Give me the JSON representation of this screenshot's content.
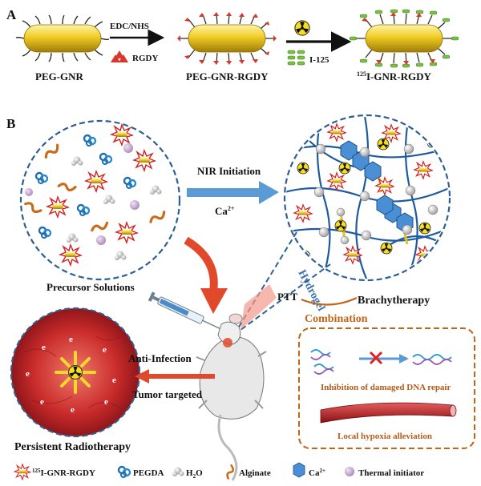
{
  "panelA": {
    "label": "A",
    "step1": "PEG-GNR",
    "arrow1_top": "EDC/NHS",
    "arrow1_bottom": "RGDY",
    "step2": "PEG-GNR-RGDY",
    "arrow2_bottom": "I-125",
    "step3_sup": "125",
    "step3": "I-GNR-RGDY"
  },
  "panelB": {
    "label": "B",
    "precursor": "Precursor Solutions",
    "nir": "NIR Initiation",
    "ca": "Ca",
    "ca_sup": "2+",
    "hydrogel": "Hydrogel",
    "ptt": "PTT",
    "brachy": "Brachytherapy",
    "combination": "Combination",
    "anti_infection": "Anti-Infection",
    "tumor_targeted": "Tumor targeted",
    "persistent": "Persistent Radiotherapy",
    "dna_repair": "Inhibition of damaged DNA repair",
    "hypoxia": "Local hypoxia alleviation",
    "electron": "e"
  },
  "legend": {
    "gnr_sup": "125",
    "gnr": "I-GNR-RGDY",
    "pegda": "PEGDA",
    "h2o": "H",
    "h2o_sub": "2",
    "h2o_end": "O",
    "alginate": "Alginate",
    "ca": "Ca",
    "ca_sup": "2+",
    "initiator": "Thermal initiator"
  },
  "colors": {
    "gold": "#e8c21a",
    "arrow_blue": "#5b9bd5",
    "arrow_red": "#e04a2a",
    "dashed_blue": "#2e5f93",
    "combination": "#c0651a",
    "tissue": "#c0242b"
  }
}
